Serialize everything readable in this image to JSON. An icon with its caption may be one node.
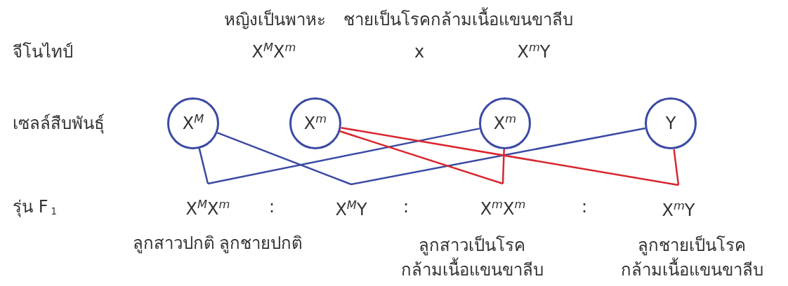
{
  "diagram": {
    "nodes": [
      {
        "text": [
          "X$^{M}$"
        ]
      },
      {
        "text": [
          "X$^{m}$"
        ]
      },
      {
        "text": [
          "X$^{m}$"
        ]
      },
      {
        "text": [
          "Y"
        ]
      },
      {
        "text": [
          "X$^{M}$X$^{m}$"
        ]
      },
      {
        "text": [
          "X$^{M}$Y"
        ]
      },
      {
        "text": [
          "X$^{m}$X$^{m}$"
        ],
        "beside": [
          "ลูกสาวเป็นโรค กล้ามเนื้อแขนขาลีบ"
        ]
      },
      {
        "text": [
          "X$^{m}$Y"
        ],
        "beside": [
          "ลูกชายเป็นโรค กล้ามเนื้อแขนขาลีบ"
        ]
      }
    ],
    "edges": [
      {
        "from": 0,
        "to": 4,
        "arrow": "none",
        "color": "#3b4aa3"
      },
      {
        "from": 2,
        "to": 4,
        "arrow": "none",
        "color": "#3b4aa3"
      },
      {
        "from": 0,
        "to": 5,
        "arrow": "none",
        "color": "#3b4aa3"
      },
      {
        "from": 3,
        "to": 5,
        "arrow": "none",
        "color": "#3b4aa3"
      },
      {
        "from": 1,
        "to": 6,
        "arrow": "none",
        "color": "#d9262e"
      },
      {
        "from": 2,
        "to": 6,
        "arrow": "none",
        "color": "#d9262e"
      },
      {
        "from": 1,
        "to": 7,
        "arrow": "none",
        "color": "#d9262e"
      },
      {
        "from": 3,
        "to": 7,
        "arrow": "none",
        "color": "#d9262e"
      }
    ],
    "labels": [
      "หญิงเป็นพาหะ",
      "ชายเป็นโรคกล้ามเนื้อแขนขาลีบ",
      "จีโนไทป์",
      "X$^{M}$X$^{m}$",
      "x",
      "X$^{m}$Y",
      "เซลล์สืบพันธุ์",
      "รุ่น F$_{1}$",
      ":",
      ":",
      ":",
      "ลูกสาวปกติ",
      "ลูกชายปกติ"
    ]
  }
}
